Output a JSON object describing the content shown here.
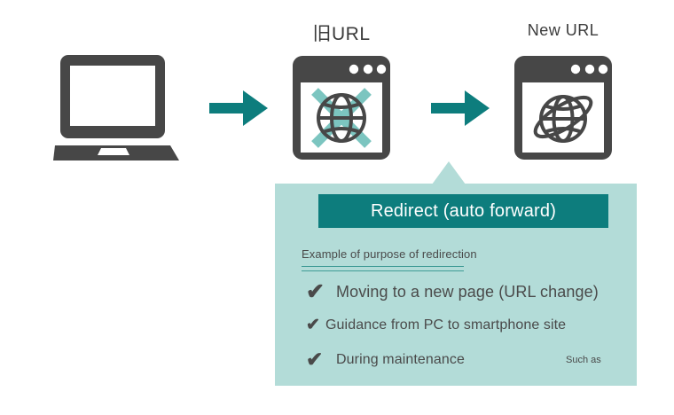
{
  "diagram": {
    "title_old": "旧URL",
    "title_new": "New URL",
    "colors": {
      "teal_dark": "#0d7d7d",
      "teal_light_panel": "#b3dcd8",
      "teal_x_mark": "#7cc5c0",
      "gray_dark": "#474747",
      "text_gray": "#4a4a4a",
      "white": "#ffffff"
    },
    "icons": {
      "laptop": "laptop-icon",
      "arrow_1": "arrow-right-icon",
      "arrow_2": "arrow-right-icon",
      "window_old": "browser-window-globe-crossed-icon",
      "window_new": "browser-window-globe-orbit-icon"
    }
  },
  "panel": {
    "banner_label": "Redirect (auto forward)",
    "subtitle": "Example of purpose of redirection",
    "footnote": "Such as",
    "items": [
      {
        "mark": "✔",
        "label": "Moving to a new page (URL change)"
      },
      {
        "mark": "✔",
        "label": "Guidance from PC to smartphone site"
      },
      {
        "mark": "✔",
        "label": "During maintenance"
      }
    ]
  }
}
